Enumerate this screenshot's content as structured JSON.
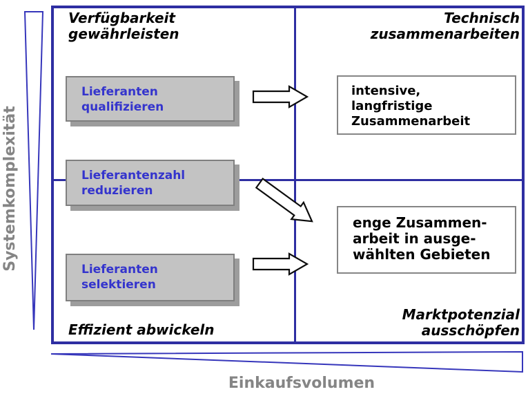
{
  "diagram_title": "supplier-strategy-portfolio-matrix",
  "colors": {
    "frame_blue": "#2e2ea2",
    "wedge_blue": "#3636bb",
    "text_blue": "#3434cd",
    "box_gray": "#c3c3c3",
    "box_border_gray": "#7f7f7f",
    "box_shadow_gray": "#9d9d9d",
    "result_border_gray": "#858585",
    "axis_gray": "#858585",
    "arrow_stroke": "#0d0d0d",
    "label_black": "#000000"
  },
  "y_axis": {
    "label": "Systemkomplexität",
    "direction": "decreasing-downward"
  },
  "x_axis": {
    "label": "Einkaufsvolumen",
    "direction": "increasing-rightward"
  },
  "quadrants": {
    "top_left": "Verfügbarkeit\ngewährleisten",
    "top_right": "Technisch\nzusammenarbeiten",
    "bottom_left": "Effizient abwickeln",
    "bottom_right": "Marktpotenzial\nausschöpfen"
  },
  "action_boxes": [
    {
      "label": "Lieferanten\nqualifizieren"
    },
    {
      "label": "Lieferantenzahl\nreduzieren"
    },
    {
      "label": "Lieferanten\nselektieren"
    }
  ],
  "result_boxes": [
    {
      "label": "intensive,\nlangfristige\nZusammenarbeit"
    },
    {
      "label": "enge Zusammen-\narbeit in ausge-\nwählten Gebieten"
    }
  ],
  "icons": {
    "arrow_right_1": "block-arrow-right",
    "arrow_diagonal": "block-arrow-down-right",
    "arrow_right_2": "block-arrow-right",
    "y_wedge": "narrowing-triangle-down",
    "x_wedge": "widening-triangle-right"
  }
}
